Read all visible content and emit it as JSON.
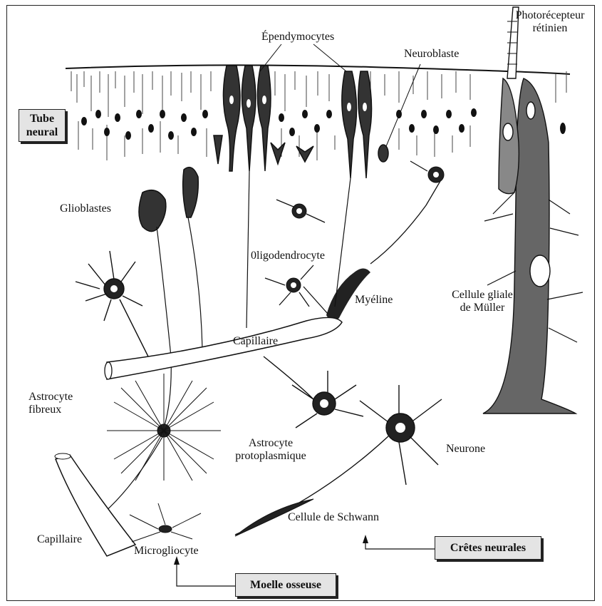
{
  "labels": {
    "ependymocytes": "Épendymocytes",
    "photorecepteur_l1": "Photorécepteur",
    "photorecepteur_l2": "rétinien",
    "neuroblaste": "Neuroblaste",
    "glioblastes": "Glioblastes",
    "oligodendrocyte": "0ligodendrocyte",
    "myeline": "Myéline",
    "cellule_gliale_l1": "Cellule gliale",
    "cellule_gliale_l2": "de Müller",
    "capillaire_center": "Capillaire",
    "astrocyte_fibreux_l1": "Astrocyte",
    "astrocyte_fibreux_l2": "fibreux",
    "astrocyte_proto_l1": "Astrocyte",
    "astrocyte_proto_l2": "protoplasmique",
    "neurone": "Neurone",
    "cellule_schwann": "Cellule de Schwann",
    "capillaire_bottom": "Capillaire",
    "microgliocyte": "Microgliocyte"
  },
  "boxes": {
    "tube_neural_l1": "Tube",
    "tube_neural_l2": "neural",
    "cretes_neurales": "Crêtes neurales",
    "moelle_osseuse": "Moelle osseuse"
  }
}
